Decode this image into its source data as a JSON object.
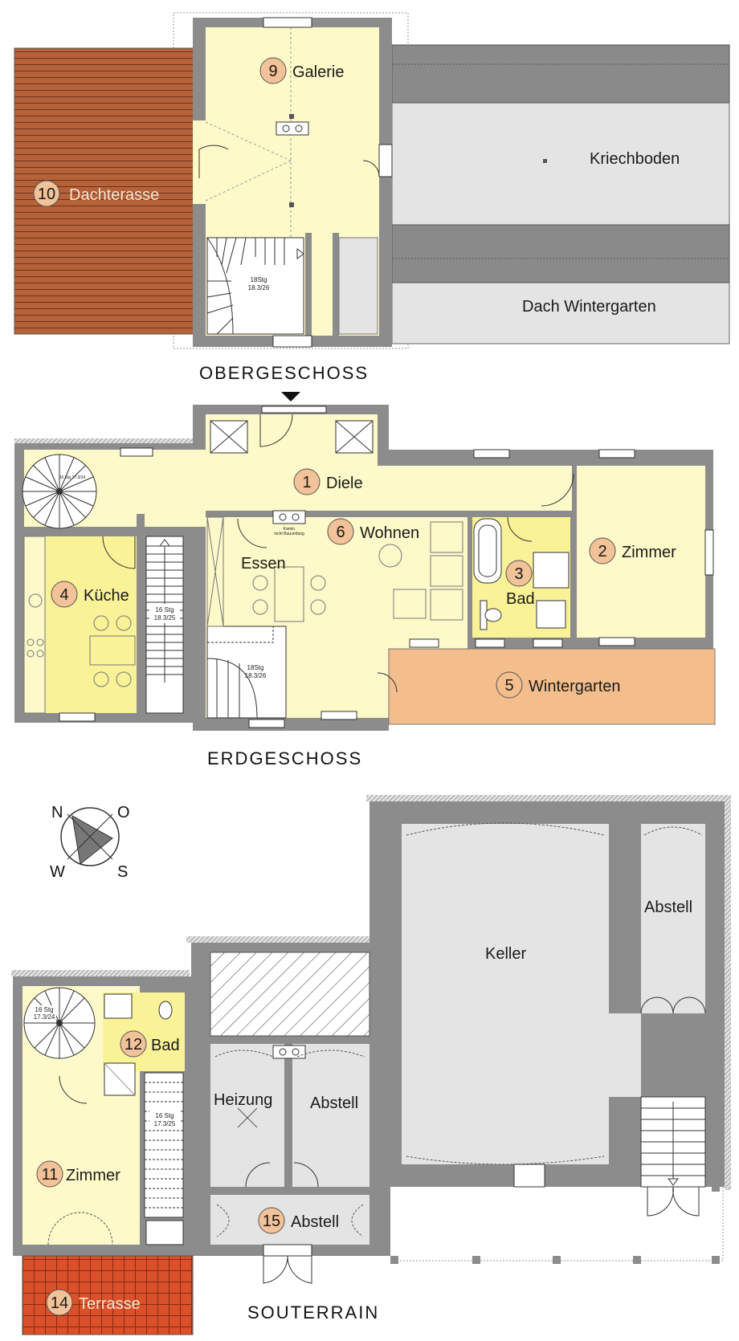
{
  "floors": {
    "og": "OBERGESCHOSS",
    "eg": "ERDGESCHOSS",
    "ug": "SOUTERRAIN"
  },
  "rooms": {
    "galerie": {
      "num": "9",
      "name": "Galerie"
    },
    "dachterasse": {
      "num": "10",
      "name": "Dachterasse"
    },
    "kriechboden": {
      "name": "Kriechboden"
    },
    "dach_wintergarten": {
      "name": "Dach Wintergarten"
    },
    "diele": {
      "num": "1",
      "name": "Diele"
    },
    "wohnen": {
      "num": "6",
      "name": "Wohnen"
    },
    "essen": {
      "name": "Essen"
    },
    "zimmer_eg": {
      "num": "2",
      "name": "Zimmer"
    },
    "bad_eg": {
      "num": "3",
      "name": "Bad"
    },
    "kueche": {
      "num": "4",
      "name": "Küche"
    },
    "wintergarten": {
      "num": "5",
      "name": "Wintergarten"
    },
    "zimmer_ug": {
      "num": "11",
      "name": "Zimmer"
    },
    "bad_ug": {
      "num": "12",
      "name": "Bad"
    },
    "terrasse": {
      "num": "14",
      "name": "Terrasse"
    },
    "heizung": {
      "name": "Heizung"
    },
    "abstell_a": {
      "name": "Abstell"
    },
    "abstell_b": {
      "name": "Abstell"
    },
    "abstell_15": {
      "num": "15",
      "name": "Abstell"
    },
    "keller": {
      "name": "Keller"
    }
  },
  "stairs": {
    "og_main": "18Stg",
    "og_main_dim": "18.3/26",
    "eg_main": "18Stg",
    "eg_main_dim": "18.3/26",
    "eg_straight": "16 Stg",
    "eg_straight_dim": "18.3/25",
    "eg_spiral": "16 Stg 17.3/24",
    "ug_spiral": "16 Stg",
    "ug_spiral_dim": "17.3/24",
    "ug_straight": "16 Stg",
    "ug_straight_dim": "17.3/25"
  },
  "notes": {
    "kamin_1": "Kamin",
    "kamin_2": "nicht Bauumfang"
  },
  "compass": {
    "n": "N",
    "o": "O",
    "w": "W",
    "s": "S"
  },
  "colors": {
    "wall": "#8c8c8c",
    "room_yellow": "#fdf9c9",
    "room_yellow_strong": "#f9f297",
    "room_grey": "#e4e4e4",
    "roof_dark": "#8a8a8a",
    "deck": "#b5613a",
    "terrace_tiles": "#d9502a",
    "wintergarten": "#f3be8c",
    "badge": "#f2c298"
  }
}
